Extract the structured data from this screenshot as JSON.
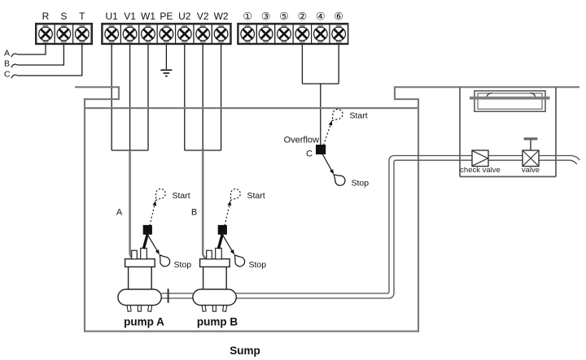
{
  "strips": {
    "rst": {
      "labels": [
        "R",
        "S",
        "T"
      ]
    },
    "motor": {
      "labels": [
        "U1",
        "V1",
        "W1",
        "PE",
        "U2",
        "V2",
        "W2"
      ]
    },
    "control": {
      "labels": [
        "①",
        "③",
        "⑤",
        "②",
        "④",
        "⑥"
      ]
    }
  },
  "phases": {
    "labels": [
      "A",
      "B",
      "C"
    ]
  },
  "float_switches": {
    "a": {
      "label": "A",
      "start": "Start",
      "stop": "Stop"
    },
    "b": {
      "label": "B",
      "start": "Start",
      "stop": "Stop"
    },
    "overflow": {
      "title": "Overflow",
      "label": "C",
      "start": "Start",
      "stop": "Stop"
    }
  },
  "labels": {
    "pump_a": "pump A",
    "pump_b": "pump B",
    "sump": "Sump",
    "check_valve": "check valve",
    "valve": "valve"
  },
  "colors": {
    "wire": "#1a1a1a",
    "tank": "#7c7c7c",
    "pipe": "#4f4f4f",
    "pit": "#5a5a5a"
  }
}
